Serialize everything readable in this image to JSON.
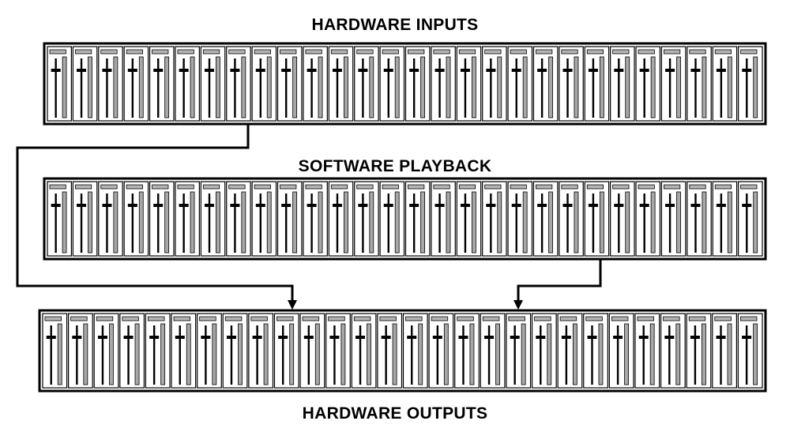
{
  "sections": [
    {
      "id": "hardware-inputs",
      "title": "HARDWARE INPUTS",
      "channel_count": 28
    },
    {
      "id": "software-playback",
      "title": "SOFTWARE PLAYBACK",
      "channel_count": 28
    },
    {
      "id": "hardware-outputs",
      "title": "HARDWARE OUTPUTS",
      "channel_count": 28
    }
  ],
  "routes": [
    {
      "from": "hardware-inputs",
      "to": "hardware-outputs"
    },
    {
      "from": "software-playback",
      "to": "hardware-outputs"
    }
  ],
  "colors": {
    "stroke": "#000000",
    "cap": "#b4b4b4",
    "meter": "#a8a8a8",
    "background": "#ffffff"
  }
}
